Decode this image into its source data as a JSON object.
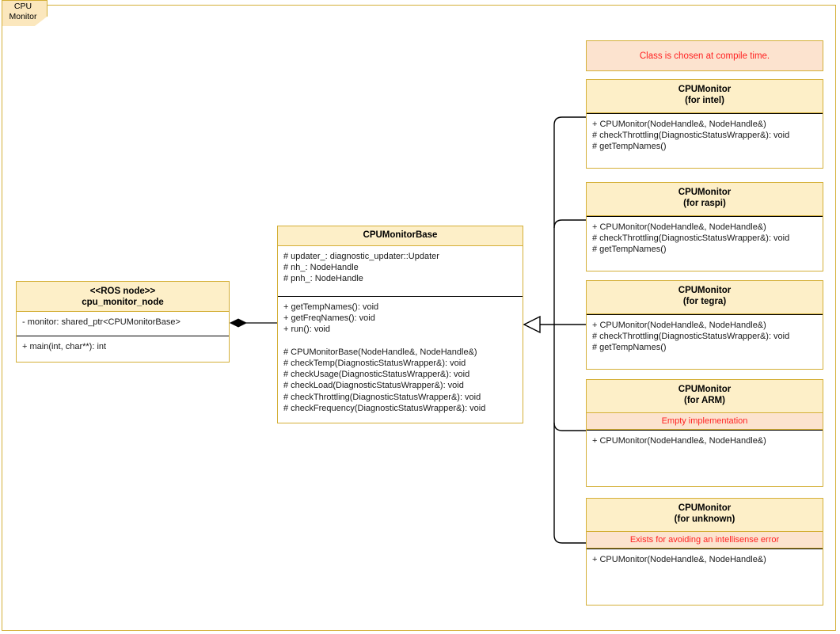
{
  "package": {
    "tab_label": "CPU\nMonitor"
  },
  "colors": {
    "frame_border": "#d4af37",
    "header_fill": "#fdefc8",
    "note_fill": "#fce3cf",
    "note_text": "#ff2222",
    "body_fill": "#ffffff",
    "connector": "#000000",
    "page_background": "#ffffff"
  },
  "note": {
    "text": "Class is chosen at compile time."
  },
  "node_class": {
    "title": "<<ROS node>>\ncpu_monitor_node",
    "attributes": "- monitor: shared_ptr<CPUMonitorBase>",
    "operations": "+ main(int, char**): int"
  },
  "base_class": {
    "title": "CPUMonitorBase",
    "attributes": "# updater_: diagnostic_updater::Updater\n# nh_: NodeHandle\n# pnh_: NodeHandle",
    "operations": "+ getTempNames(): void\n+ getFreqNames(): void\n+ run(): void\n\n# CPUMonitorBase(NodeHandle&, NodeHandle&)\n# checkTemp(DiagnosticStatusWrapper&): void\n# checkUsage(DiagnosticStatusWrapper&): void\n# checkLoad(DiagnosticStatusWrapper&): void\n# checkThrottling(DiagnosticStatusWrapper&): void\n# checkFrequency(DiagnosticStatusWrapper&): void"
  },
  "subclasses": [
    {
      "title": "CPUMonitor\n(for intel)",
      "note_row": null,
      "operations": "+ CPUMonitor(NodeHandle&, NodeHandle&)\n# checkThrottling(DiagnosticStatusWrapper&): void\n# getTempNames()"
    },
    {
      "title": "CPUMonitor\n(for raspi)",
      "note_row": null,
      "operations": "+ CPUMonitor(NodeHandle&, NodeHandle&)\n# checkThrottling(DiagnosticStatusWrapper&): void\n# getTempNames()"
    },
    {
      "title": "CPUMonitor\n(for tegra)",
      "note_row": null,
      "operations": "+ CPUMonitor(NodeHandle&, NodeHandle&)\n# checkThrottling(DiagnosticStatusWrapper&): void\n# getTempNames()"
    },
    {
      "title": "CPUMonitor\n(for ARM)",
      "note_row": "Empty implementation",
      "operations": "+ CPUMonitor(NodeHandle&, NodeHandle&)"
    },
    {
      "title": "CPUMonitor\n(for unknown)",
      "note_row": "Exists for avoiding an intellisense error",
      "operations": "+ CPUMonitor(NodeHandle&, NodeHandle&)"
    }
  ],
  "relations": {
    "composition": "cpu_monitor_node composes CPUMonitorBase",
    "generalization": "CPUMonitor variants inherit CPUMonitorBase"
  }
}
